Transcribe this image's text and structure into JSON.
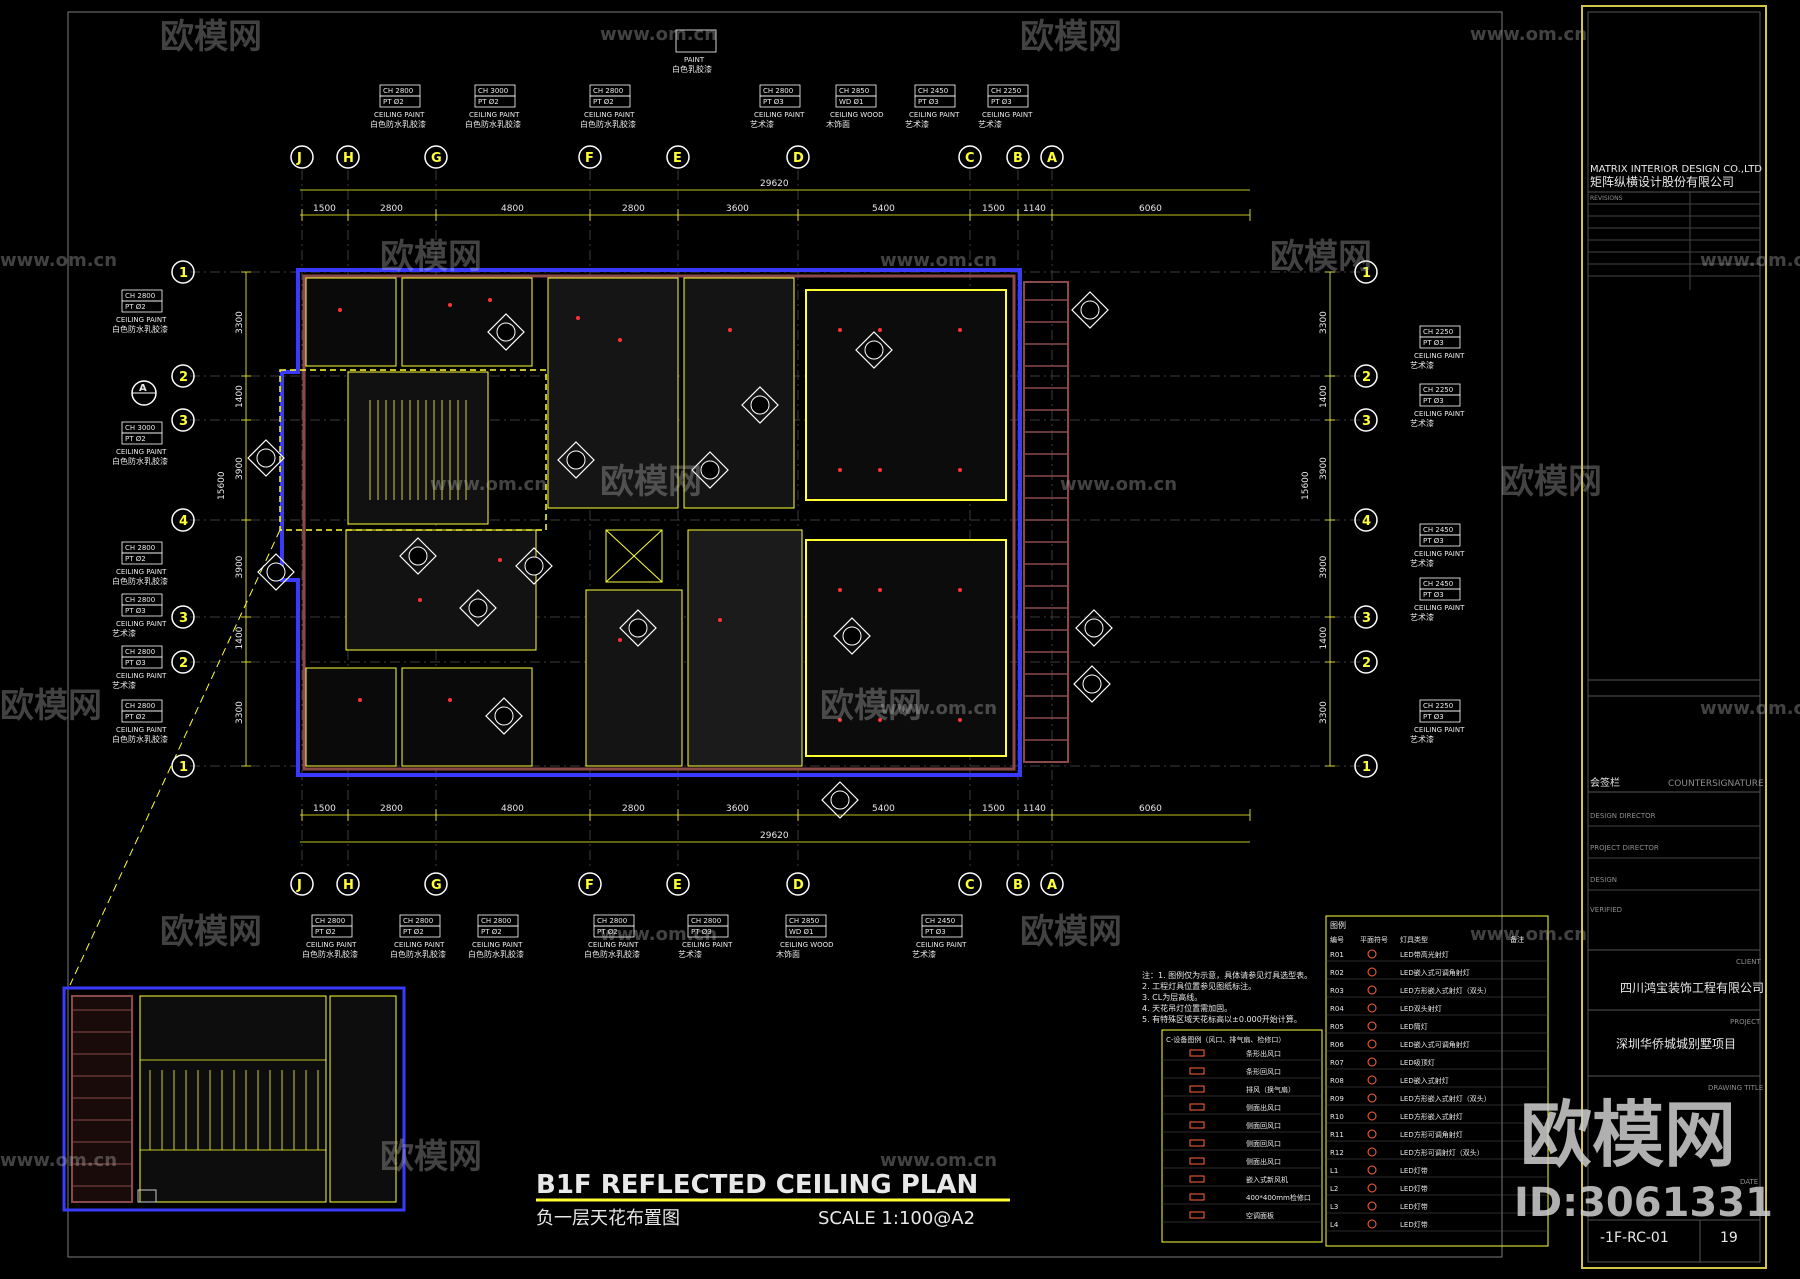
{
  "drawing": {
    "title_en": "B1F REFLECTED CEILING PLAN",
    "title_cn": "负一层天花布置图",
    "scale": "SCALE  1:100@A2",
    "drawing_no": "-1F-RC-01",
    "sheet": "19",
    "overall_dim": "29620"
  },
  "title_block": {
    "company_en": "MATRIX INTERIOR DESIGN CO.,LTD",
    "company_cn": "矩阵纵横设计股份有限公司",
    "revisions": "REVISIONS",
    "countersign_cn": "会签栏",
    "countersign_en": "COUNTERSIGNATURE",
    "design_director": "DESIGN DIRECTOR",
    "project_director": "PROJECT DIRECTOR",
    "design": "DESIGN",
    "verified": "VERIFIED",
    "client_label": "CLIENT",
    "client": "四川鸿宝装饰工程有限公司",
    "project_label": "PROJECT",
    "project": "深圳华侨城城别墅项目",
    "drawing_title_label": "DRAWING TITLE",
    "date_label": "DATE"
  },
  "grid": {
    "columns": [
      "J",
      "H",
      "G",
      "F",
      "E",
      "D",
      "C",
      "B",
      "A"
    ],
    "rows_left": [
      "1",
      "2",
      "3",
      "4",
      "3",
      "2",
      "1"
    ],
    "rows_right": [
      "1",
      "2",
      "3",
      "4",
      "3",
      "2",
      "1"
    ],
    "col_dims": [
      "1500",
      "2800",
      "4800",
      "2800",
      "3600",
      "5400",
      "1500",
      "1140",
      "6060"
    ],
    "row_dims": [
      "3300",
      "1400",
      "3900",
      "15600",
      "3900",
      "1400",
      "3300"
    ]
  },
  "finish_tags": [
    {
      "ch": "CH 2800",
      "pt": "PT  Ø2",
      "en": "CEILING PAINT",
      "cn": "白色防水乳胶漆"
    },
    {
      "ch": "CH 3000",
      "pt": "PT  Ø2",
      "en": "CEILING PAINT",
      "cn": "白色防水乳胶漆"
    },
    {
      "ch": "CH 2800",
      "pt": "PT  Ø2",
      "en": "CEILING PAINT",
      "cn": "白色防水乳胶漆"
    },
    {
      "ch": "CH 2800",
      "pt": "PT  Ø3",
      "en": "CEILING PAINT",
      "cn": "艺术漆"
    },
    {
      "ch": "CH 2850",
      "pt": "WD  Ø1",
      "en": "CEILING WOOD",
      "cn": "木饰面"
    },
    {
      "ch": "CH 2450",
      "pt": "PT  Ø3",
      "en": "CEILING PAINT",
      "cn": "艺术漆"
    },
    {
      "ch": "CH 2250",
      "pt": "PT  Ø3",
      "en": "CEILING PAINT",
      "cn": "艺术漆"
    }
  ],
  "paint_top": {
    "label": "PAINT",
    "cn": "白色乳胶漆"
  },
  "section_marker": "A",
  "legend": {
    "title": "图例",
    "cols": [
      "编号",
      "平面符号",
      "灯具类型",
      "备注"
    ],
    "rows": [
      [
        "R01",
        "LED带高光射灯"
      ],
      [
        "R02",
        "LED嵌入式可调角射灯"
      ],
      [
        "R03",
        "LED方形嵌入式射灯（双头）"
      ],
      [
        "R04",
        "LED双头射灯"
      ],
      [
        "R05",
        "LED筒灯"
      ],
      [
        "R06",
        "LED嵌入式可调角射灯"
      ],
      [
        "R07",
        "LED吸顶灯"
      ],
      [
        "R08",
        "LED嵌入式射灯"
      ],
      [
        "R09",
        "LED方形嵌入式射灯（双头）"
      ],
      [
        "R10",
        "LED方形嵌入式射灯"
      ],
      [
        "R11",
        "LED方形可调角射灯"
      ],
      [
        "R12",
        "LED方形可调射灯（双头）"
      ],
      [
        "L1",
        "LED灯带"
      ],
      [
        "L2",
        "LED灯带"
      ],
      [
        "L3",
        "LED灯带"
      ],
      [
        "L4",
        "LED灯带"
      ]
    ]
  },
  "notes": [
    "注：1. 图例仅为示意，具体请参见灯具选型表。",
    "2. 工程灯具位置参见图纸标注。",
    "3. CL为层高线。",
    "4. 天花吊灯位置需加固。",
    "5. 有特殊区域天花标高以±0.000开始计算。"
  ],
  "equipment_legend": {
    "title": "C-设备图例（风口、排气扇、检修口）",
    "rows": [
      "条形出风口",
      "条形回风口",
      "排风（换气扇）",
      "侧面出风口",
      "侧面回风口",
      "侧面回风口",
      "侧面出风口",
      "嵌入式新风机",
      "400*400mm检修口",
      "空调面板"
    ]
  },
  "watermark": {
    "brand": "欧模网",
    "site": "www.om.cn",
    "id": "ID:3061331"
  },
  "colors": {
    "background": "#000000",
    "walls": "#3a3aff",
    "lines": "#ffff33",
    "fills": "#8a4a4a",
    "red": "#ff3333"
  }
}
